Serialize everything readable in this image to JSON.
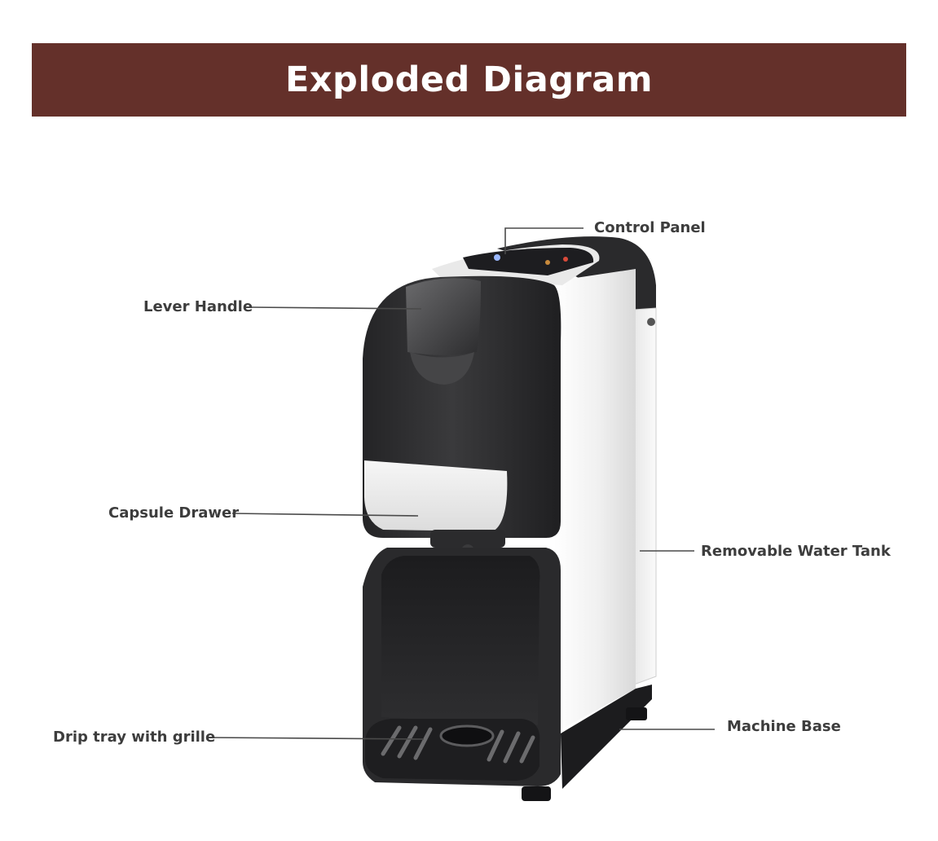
{
  "header": {
    "title": "Exploded Diagram",
    "background_color": "#64302a",
    "text_color": "#ffffff"
  },
  "callouts": {
    "control_panel": "Control Panel",
    "lever_handle": "Lever Handle",
    "capsule_drawer": "Capsule Drawer",
    "water_tank": "Removable Water Tank",
    "drip_tray": "Drip tray with grille",
    "machine_base": "Machine Base"
  },
  "colors": {
    "label_text": "#3d3d3d",
    "leader_line": "#4a4a4a",
    "machine_dark": "#2b2b2d",
    "machine_light": "#f2f2f2"
  }
}
